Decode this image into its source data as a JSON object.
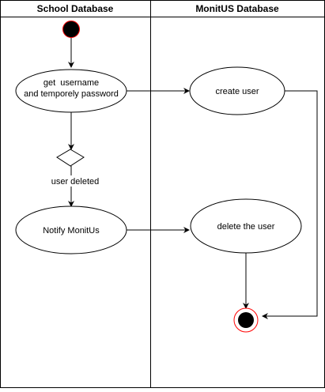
{
  "lanes": [
    {
      "title": "School Database"
    },
    {
      "title": "MonitUS Database"
    }
  ],
  "nodes": {
    "get_credentials": {
      "lines": [
        "get  username",
        "and temporely password"
      ]
    },
    "create_user": {
      "lines": [
        "create user"
      ]
    },
    "notify": {
      "lines": [
        "Notify MonitUs"
      ]
    },
    "delete_user": {
      "lines": [
        "delete the user"
      ]
    }
  },
  "decision": {
    "guard_label": "user deleted"
  },
  "colors": {
    "line": "#000000",
    "fill": "#ffffff",
    "final_ring": "#ff0000",
    "token": "#000000"
  }
}
